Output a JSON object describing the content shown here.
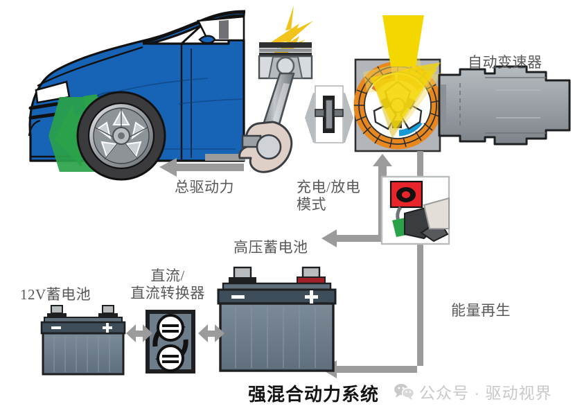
{
  "diagram": {
    "title": "强混合动力系统",
    "labels": {
      "total_drive_force": "总驱动力",
      "charge_discharge_mode": "充电/放电\n模式",
      "automatic_transmission": "自动变速器",
      "high_voltage_battery": "高压蓄电池",
      "dc_dc_converter": "直流/\n直流转换器",
      "battery_12v": "12V蓄电池",
      "energy_regeneration": "能量再生"
    },
    "battery_terminals": {
      "minus": "–",
      "plus": "+"
    },
    "watermark": {
      "text": "公众号 · 驱动视界",
      "icon": "wechat-icon"
    },
    "colors": {
      "car_body": "#1763b5",
      "car_outline": "#111111",
      "green_arrow": "#2aa24a",
      "gray_arrow": "#9b9b9b",
      "spark_yellow": "#f2c31b",
      "motor_yellow": "#f5d700",
      "stator_orange": "#e8871e",
      "rotor_red": "#d62027",
      "rotor_blue": "#199ad6",
      "battery_body": "#6b7c8a",
      "battery_dark": "#3d4d59",
      "metal_gray": "#9fa4a8",
      "pedal_red": "#e8252a",
      "text_gray": "#58585a",
      "title_black": "#141414",
      "watermark_gray": "#c9c9c9"
    },
    "components": [
      "car",
      "piston-engine",
      "clutch",
      "motor-generator",
      "automatic-transmission",
      "brake-pedal",
      "high-voltage-battery",
      "dc-dc-converter",
      "12v-battery"
    ]
  }
}
